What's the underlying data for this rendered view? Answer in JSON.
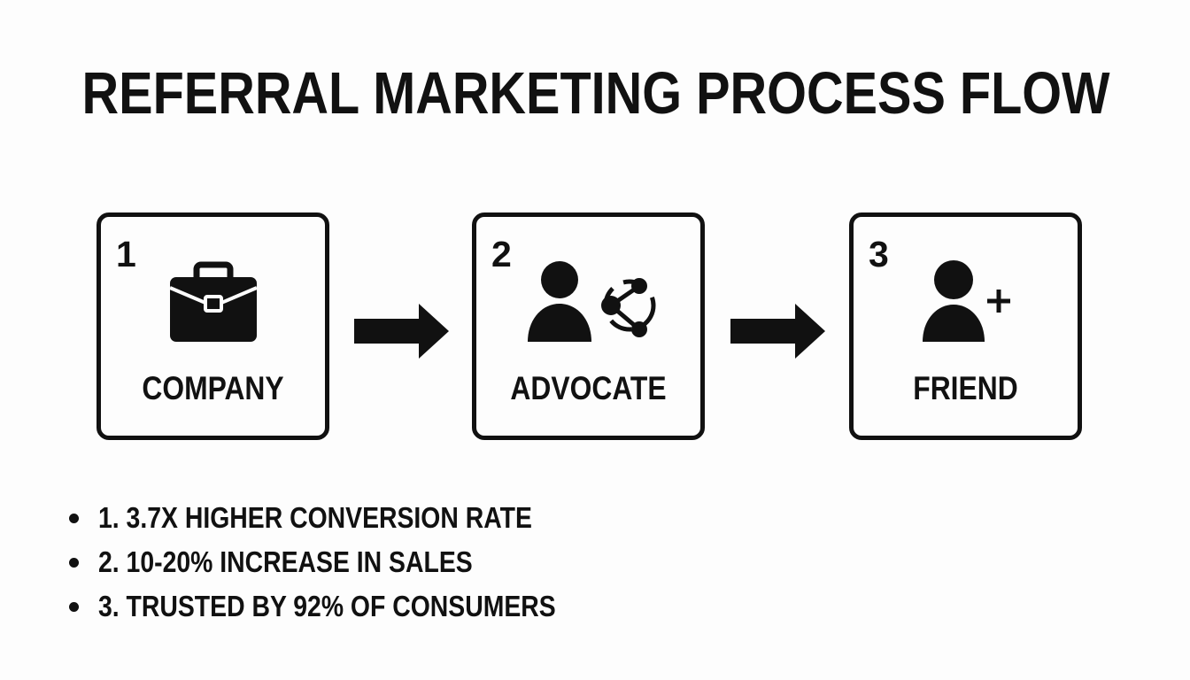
{
  "title": "REFERRAL MARKETING PROCESS FLOW",
  "steps": [
    {
      "number": "1",
      "label": "COMPANY",
      "icon": "briefcase-icon"
    },
    {
      "number": "2",
      "label": "ADVOCATE",
      "icon": "person-share-icon"
    },
    {
      "number": "3",
      "label": "FRIEND",
      "icon": "person-add-icon"
    }
  ],
  "arrows": [
    "arrow-right-icon",
    "arrow-right-icon"
  ],
  "stats": [
    "1. 3.7X HIGHER CONVERSION RATE",
    "2. 10-20% INCREASE IN SALES",
    "3. TRUSTED BY 92% OF CONSUMERS"
  ],
  "colors": {
    "background": "#fdfdfd",
    "foreground": "#111111"
  }
}
